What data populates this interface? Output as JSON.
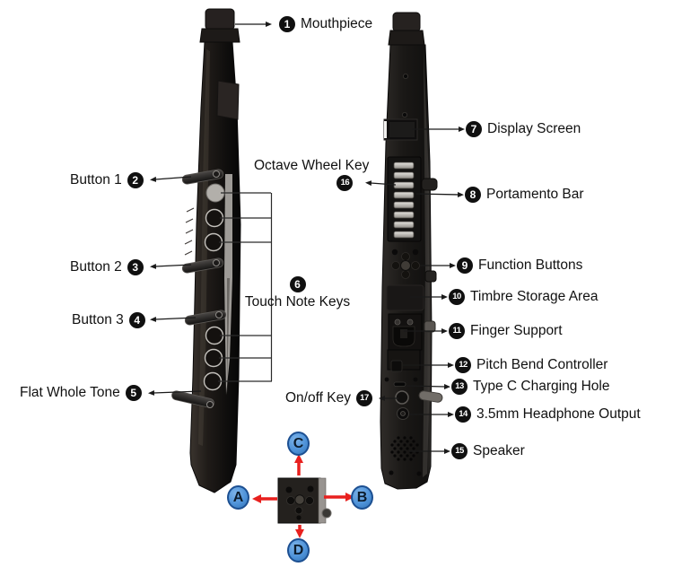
{
  "figure": {
    "type": "product parts diagram",
    "subject": "Electronic wind instrument, front and back views with numbered parts"
  },
  "callouts": {
    "mouthpiece": {
      "num": "1",
      "label": "Mouthpiece"
    },
    "button1": {
      "num": "2",
      "label": "Button 1"
    },
    "button2": {
      "num": "3",
      "label": "Button 2"
    },
    "button3": {
      "num": "4",
      "label": "Button 3"
    },
    "flat_whole_tone": {
      "num": "5",
      "label": "Flat Whole Tone"
    },
    "touch_note_keys": {
      "num": "6",
      "label": "Touch Note Keys"
    },
    "display_screen": {
      "num": "7",
      "label": "Display Screen"
    },
    "portamento_bar": {
      "num": "8",
      "label": "Portamento Bar"
    },
    "function_buttons": {
      "num": "9",
      "label": "Function Buttons"
    },
    "timbre_storage_area": {
      "num": "10",
      "label": "Timbre Storage Area"
    },
    "finger_support": {
      "num": "11",
      "label": "Finger Support"
    },
    "pitch_bend_controller": {
      "num": "12",
      "label": "Pitch Bend Controller"
    },
    "type_c_charging_hole": {
      "num": "13",
      "label": "Type C Charging Hole"
    },
    "headphone_output": {
      "num": "14",
      "label": "3.5mm Headphone Output"
    },
    "speaker": {
      "num": "15",
      "label": "Speaker"
    },
    "octave_wheel_key": {
      "num": "16",
      "label": "Octave Wheel Key"
    },
    "on_off_key": {
      "num": "17",
      "label": "On/off Key"
    }
  },
  "directions": {
    "left": "A",
    "right": "B",
    "up": "C",
    "down": "D"
  },
  "colors": {
    "badge_bg": "#101010",
    "badge_text": "#ffffff",
    "label_text": "#111111",
    "direction_fill": "#4f93d9",
    "direction_border": "#1c4f91",
    "direction_arrow_red": "#e8201e",
    "instrument_body": "#151311",
    "octave_key_gray": "#c9c6c1"
  }
}
